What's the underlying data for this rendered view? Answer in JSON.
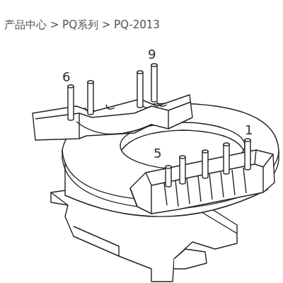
{
  "diagram": {
    "labels": [
      "产品中心 > PQ系列 > PQ-2013",
      "6",
      "9",
      "5",
      "1"
    ]
  }
}
